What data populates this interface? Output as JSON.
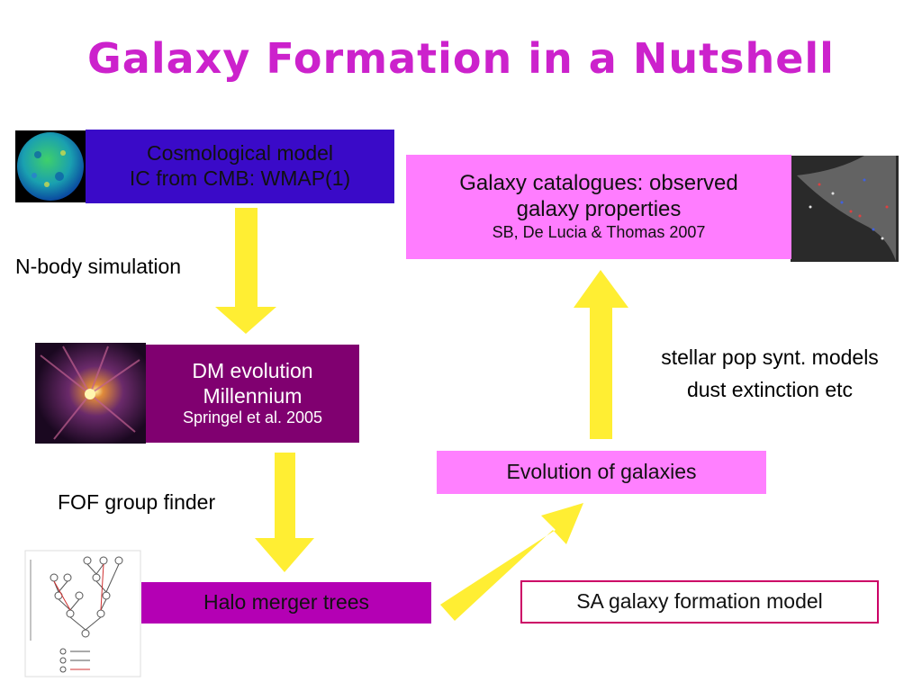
{
  "title": "Galaxy Formation in a Nutshell",
  "boxes": {
    "cosmo": {
      "line1": "Cosmological model",
      "line2": "IC from CMB: WMAP(1)"
    },
    "dm": {
      "line1": "DM evolution",
      "line2": "Millennium",
      "line3": "Springel et al. 2005"
    },
    "halo": {
      "line1": "Halo merger trees"
    },
    "catalogues": {
      "line1": "Galaxy catalogues: observed",
      "line2": "galaxy properties",
      "line3": "SB, De Lucia & Thomas 2007"
    },
    "evolution": {
      "line1": "Evolution of galaxies"
    },
    "sa": {
      "line1": "SA galaxy formation model"
    }
  },
  "labels": {
    "nbody": "N-body simulation",
    "fof": "FOF group finder",
    "stellar_line1": "stellar pop synt. models",
    "stellar_line2": "dust extinction etc"
  },
  "colors": {
    "title": "#cc22cc",
    "arrow": "#ffee33",
    "cosmo_box": "#3a0ac8",
    "dm_box": "#800070",
    "halo_box": "#b400b4",
    "catalogue_box": "#ff7dff",
    "evolution_box": "#ff80ff",
    "sa_border": "#cc0066"
  },
  "images": [
    "cmb-sphere-image",
    "dark-matter-web-image",
    "merger-tree-diagram-image",
    "galaxy-map-image"
  ]
}
